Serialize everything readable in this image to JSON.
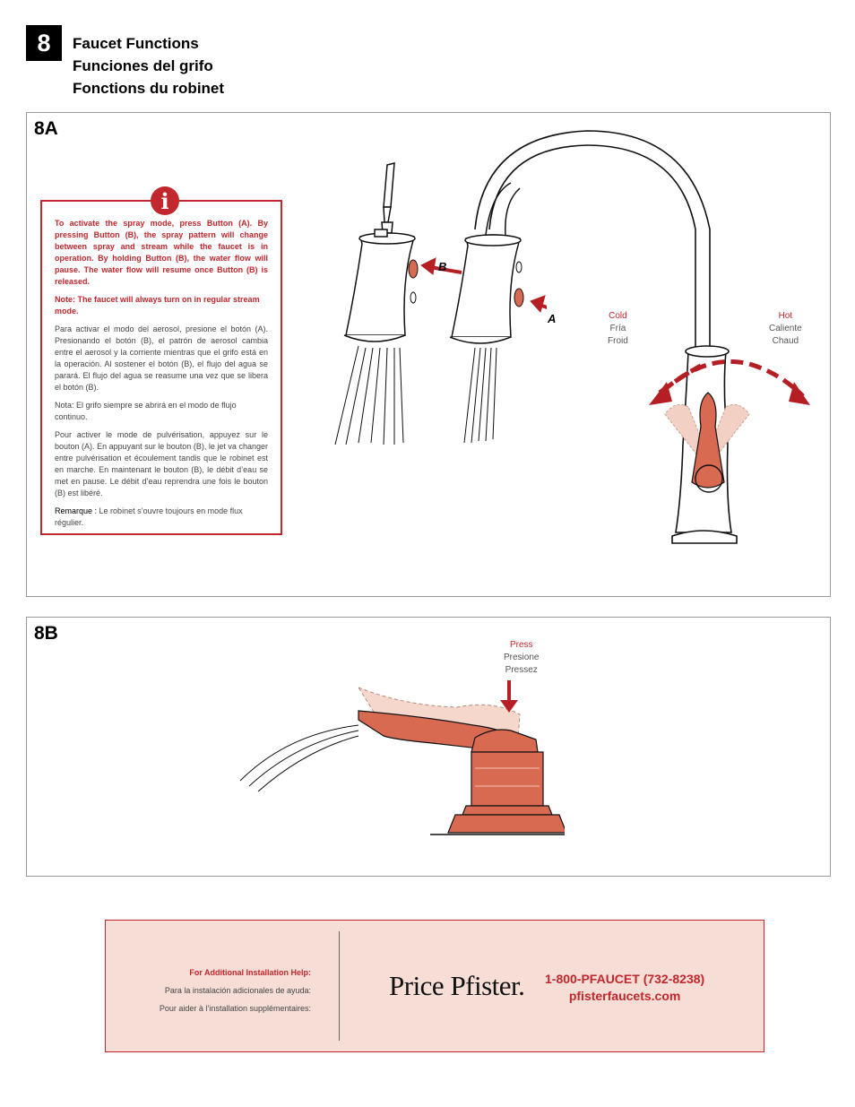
{
  "step": {
    "number": "8",
    "titles": [
      "Faucet Functions",
      "Funciones del grifo",
      "Fonctions du robinet"
    ]
  },
  "panel_8a": {
    "label": "8A",
    "info": {
      "icon": "i",
      "en_text": "To activate the spray mode, press Button (A).  By pressing Button (B), the spray pattern will change between spray and stream while the faucet is in operation.  By holding Button (B), the water flow will pause. The water flow will resume once Button (B) is released.",
      "note_label": "Note:",
      "note_text": "The faucet will always turn on in regular stream mode.",
      "es_text": "Para activar el modo del aerosol, presione el botón (A). Presionando el botón (B), el patrón de aerosol cambia entre el aerosol y la corriente mientras que el grifo está en la operación. Al sostener el botón (B), el flujo del agua se parará. El flujo del agua se reasume una vez que se libera el botón (B).",
      "es_note_label": "Nota:",
      "es_note_text": "El grifo siempre se abrirá en el modo de flujo continuo.",
      "fr_text": "Pour activer le mode de pulvérisation, appuyez sur le bouton (A). En appuyant sur le bouton (B), le jet va changer entre pulvérisation et écoulement tandis que le robinet est en marche. En maintenant le bouton (B), le débit d’eau se met en pause. Le débit d’eau reprendra une fois le bouton (B) est libéré.",
      "fr_note_label": "Remarque :",
      "fr_note_text": "Le robinet s’ouvre toujours en mode flux régulier."
    },
    "button_b": "B",
    "button_a": "A",
    "cold": {
      "en": "Cold",
      "es": "Fría",
      "fr": "Froid"
    },
    "hot": {
      "en": "Hot",
      "es": "Caliente",
      "fr": "Chaud"
    }
  },
  "panel_8b": {
    "label": "8B",
    "press": {
      "en": "Press",
      "es": "Presione",
      "fr": "Pressez"
    }
  },
  "help": {
    "title": "For Additional Installation Help:",
    "es": "Para la instalación adicionales de ayuda:",
    "fr": "Pour aider à l’installation supplémentaires:",
    "logo": "Price Pfister.",
    "phone": "1-800-PFAUCET (732-8238)",
    "website": "pfisterfaucets.com"
  },
  "colors": {
    "accent": "#c1272d",
    "handle": "#d96a52",
    "help_bg": "#f6ddd6"
  }
}
